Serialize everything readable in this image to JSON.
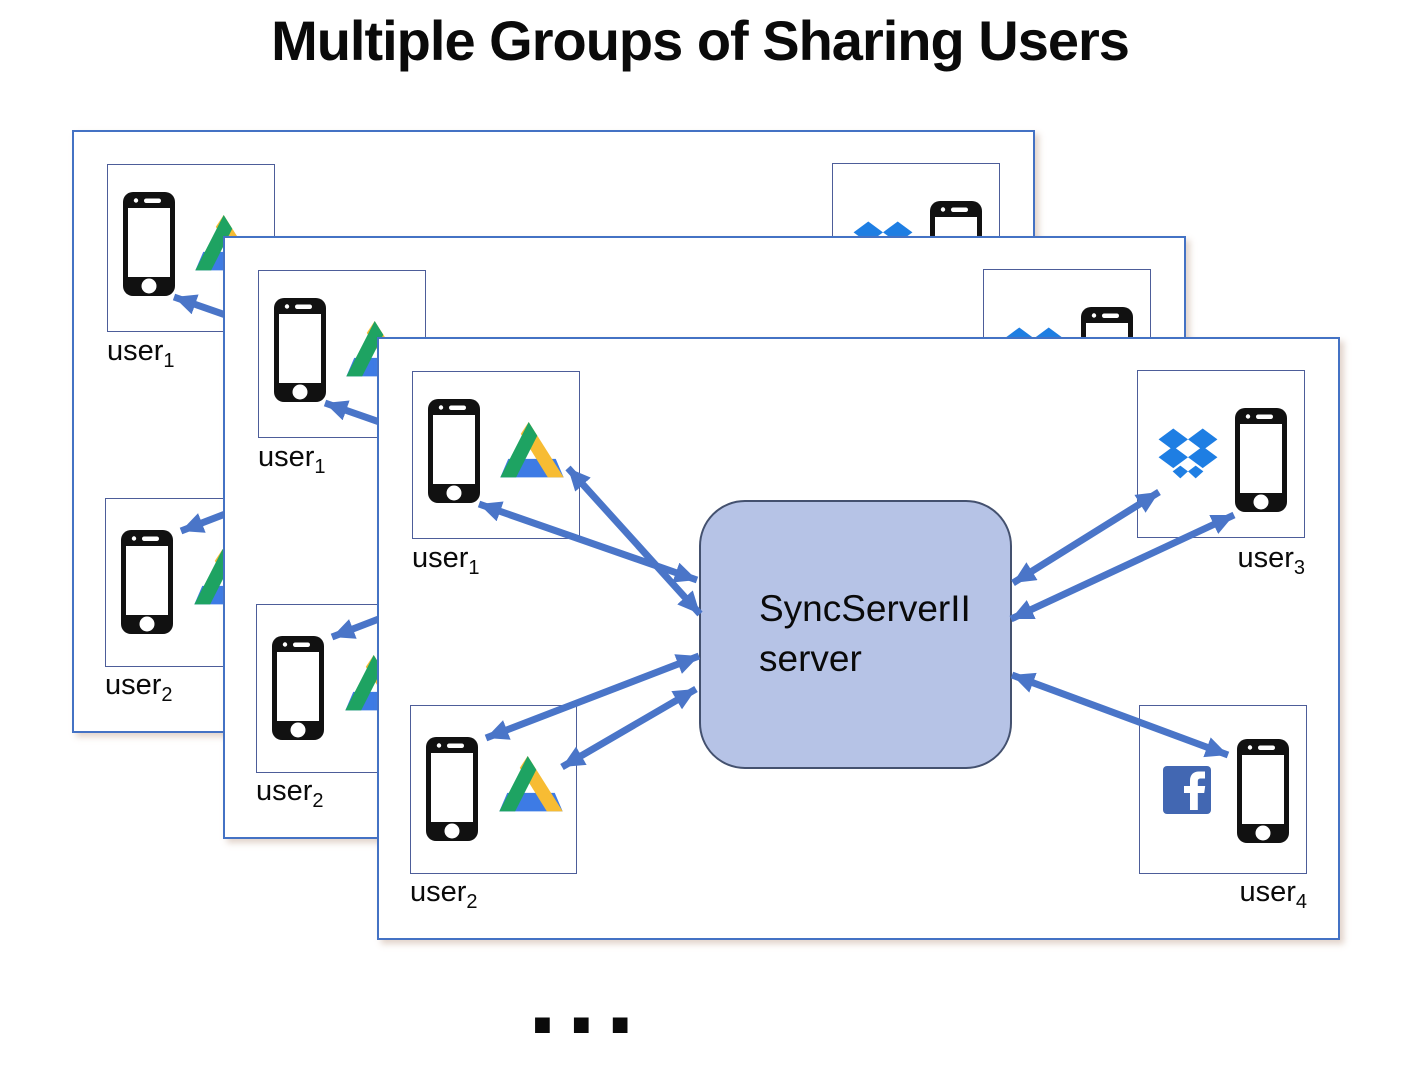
{
  "title": "Multiple Groups of Sharing Users",
  "colors": {
    "panel_border": "#4472C4",
    "box_border": "#4D5D99",
    "arrow": "#4A75C8",
    "server_fill": "#B6C3E6",
    "server_border": "#44516F",
    "drive_green": "#1EA362",
    "drive_yellow": "#F7BC33",
    "drive_blue": "#3D7BE5",
    "dropbox_blue": "#1E7EE3",
    "facebook_blue": "#4267B2",
    "phone_black": "#111111"
  },
  "diagram": {
    "group_count": 3,
    "server": {
      "label_line1": "SyncServerII",
      "label_line2": "server"
    },
    "users": [
      {
        "base": "user",
        "sub": "1",
        "devices": [
          "phone",
          "google-drive"
        ]
      },
      {
        "base": "user",
        "sub": "2",
        "devices": [
          "phone",
          "google-drive"
        ]
      },
      {
        "base": "user",
        "sub": "3",
        "devices": [
          "dropbox",
          "phone"
        ]
      },
      {
        "base": "user",
        "sub": "4",
        "devices": [
          "facebook",
          "phone"
        ]
      }
    ],
    "ellipsis": "..."
  }
}
